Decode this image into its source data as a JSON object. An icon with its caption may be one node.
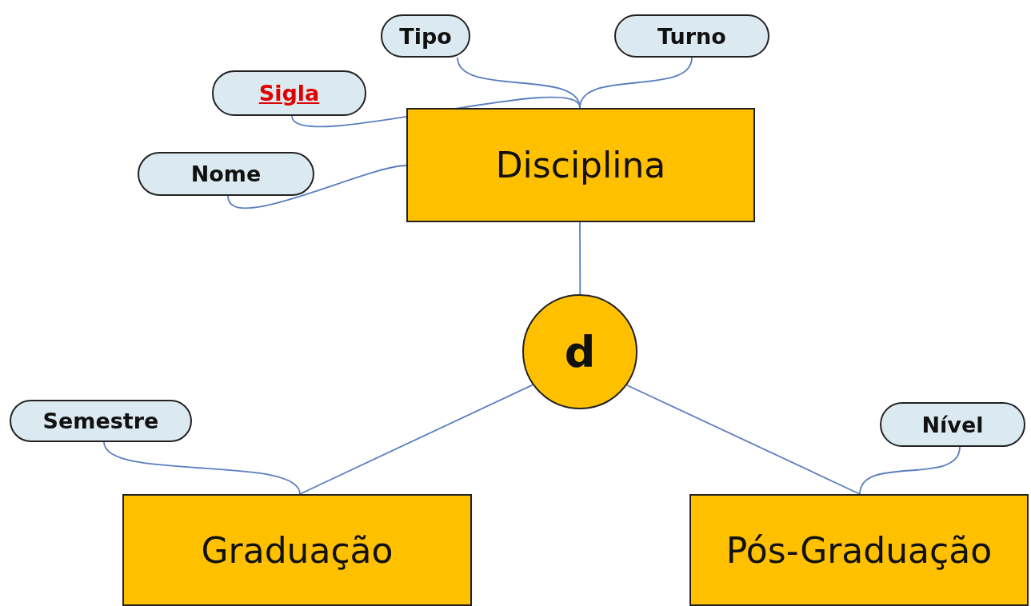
{
  "diagram": {
    "nodes": [
      {
        "text": [
          "Tipo"
        ]
      },
      {
        "text": [
          "Turno"
        ]
      },
      {
        "text": [
          "Sigla"
        ]
      },
      {
        "text": [
          "Disciplina"
        ]
      },
      {
        "text": [
          "Nome"
        ]
      },
      {
        "text": [
          "d"
        ]
      },
      {
        "text": [
          "Semestre"
        ]
      },
      {
        "text": [
          "Nível"
        ]
      },
      {
        "text": [
          "Graduação"
        ]
      },
      {
        "text": [
          "Pós-Graduação"
        ]
      }
    ],
    "edges": [
      {
        "from": 0,
        "to": 3,
        "arrow": "none"
      },
      {
        "from": 1,
        "to": 3,
        "arrow": "none"
      },
      {
        "from": 2,
        "to": 3,
        "arrow": "none"
      },
      {
        "from": 4,
        "to": 3,
        "arrow": "none"
      },
      {
        "from": 3,
        "to": 5,
        "arrow": "none"
      },
      {
        "from": 5,
        "to": 8,
        "arrow": "none"
      },
      {
        "from": 5,
        "to": 9,
        "arrow": "none"
      },
      {
        "from": 6,
        "to": 8,
        "arrow": "none"
      },
      {
        "from": 7,
        "to": 9,
        "arrow": "none"
      }
    ]
  }
}
